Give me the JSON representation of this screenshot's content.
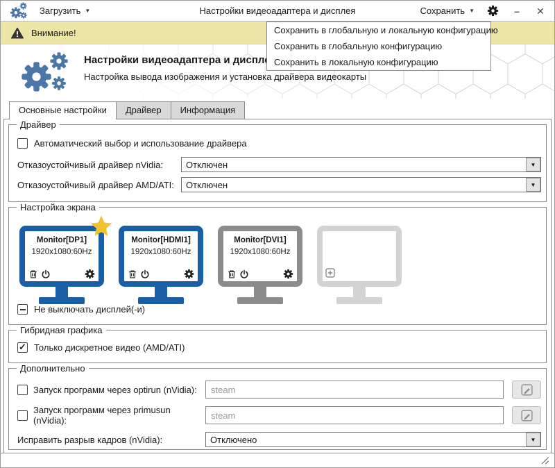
{
  "titlebar": {
    "load_label": "Загрузить",
    "title": "Настройки видеоадаптера и дисплея",
    "save_label": "Сохранить"
  },
  "warning": {
    "text": "Внимание!"
  },
  "save_menu": {
    "items": [
      "Сохранить в глобальную и локальную конфигурацию",
      "Сохранить в глобальную конфигурацию",
      "Сохранить в локальную конфигурацию"
    ]
  },
  "header": {
    "title": "Настройки видеоадаптера и дисплея",
    "subtitle": "Настройка вывода изображения и установка драйвера видеокарты"
  },
  "tabs": [
    {
      "label": "Основные настройки"
    },
    {
      "label": "Драйвер"
    },
    {
      "label": "Информация"
    }
  ],
  "groups": {
    "driver": {
      "title": "Драйвер",
      "auto_label": "Автоматический выбор и использование драйвера",
      "nvidia_label": "Отказоустойчивый драйвер nVidia:",
      "nvidia_value": "Отключен",
      "amd_label": "Отказоустойчивый драйвер AMD/ATI:",
      "amd_value": "Отключен"
    },
    "screen": {
      "title": "Настройка экрана",
      "monitors": [
        {
          "name": "Monitor[DP1]",
          "mode": "1920x1080:60Hz"
        },
        {
          "name": "Monitor[HDMI1]",
          "mode": "1920x1080:60Hz"
        },
        {
          "name": "Monitor[DVI1]",
          "mode": "1920x1080:60Hz"
        }
      ],
      "keep_on_label": "Не выключать дисплей(-и)"
    },
    "hybrid": {
      "title": "Гибридная графика",
      "discrete_label": "Только дискретное видео (AMD/ATI)"
    },
    "extra": {
      "title": "Дополнительно",
      "optirun_label": "Запуск программ через optirun (nVidia):",
      "optirun_placeholder": "steam",
      "primusun_label": "Запуск программ через primusun (nVidia):",
      "primusun_placeholder": "steam",
      "tearing_label": "Исправить разрыв кадров (nVidia):",
      "tearing_value": "Отключено"
    }
  },
  "colors": {
    "logo_blue": "#4a76a8",
    "monitor_blue": "#1a5fa6",
    "monitor_gray": "#8c8c8c",
    "monitor_ghost": "#d3d3d3",
    "star_gold": "#f2c230",
    "warning_bg": "#ebe6a6"
  }
}
